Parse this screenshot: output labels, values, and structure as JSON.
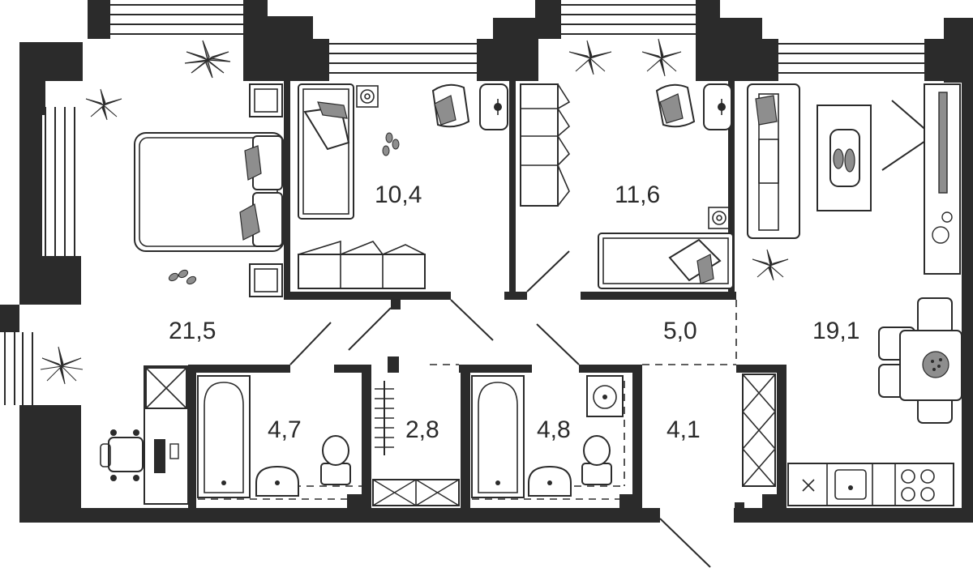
{
  "rooms": [
    {
      "id": "bedroom-main",
      "area": "21,5"
    },
    {
      "id": "bedroom-2",
      "area": "10,4"
    },
    {
      "id": "bedroom-3",
      "area": "11,6"
    },
    {
      "id": "living-kitchen",
      "area": "19,1"
    },
    {
      "id": "hallway",
      "area": "5,0"
    },
    {
      "id": "bathroom-1",
      "area": "4,7"
    },
    {
      "id": "wardrobe",
      "area": "2,8"
    },
    {
      "id": "bathroom-2",
      "area": "4,8"
    },
    {
      "id": "entrance",
      "area": "4,1"
    }
  ],
  "colors": {
    "wall": "#2b2b2b",
    "accent": "#8e8e8e",
    "background": "#ffffff"
  },
  "icons": [
    "plant-icon",
    "bed-icon",
    "armchair-icon",
    "desk-icon",
    "bathtub-icon",
    "toilet-icon",
    "sink-icon",
    "stove-icon",
    "sofa-icon",
    "dining-table-icon",
    "footprints-icon",
    "wardrobe-icon"
  ]
}
